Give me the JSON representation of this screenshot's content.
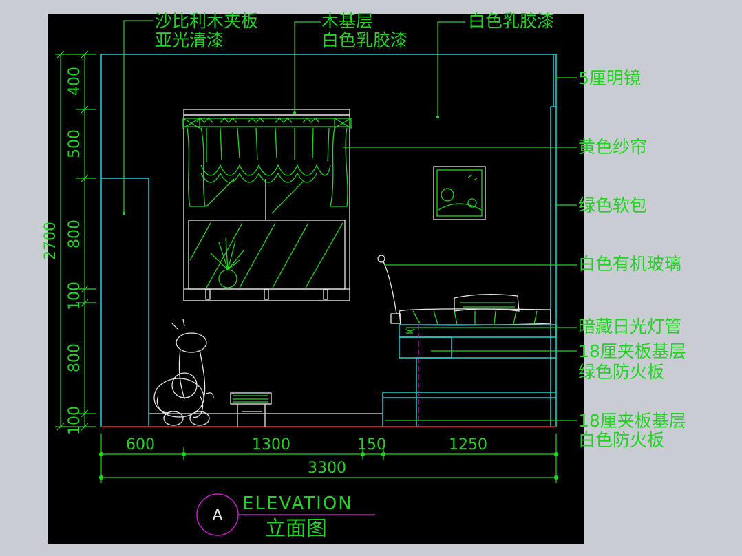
{
  "drawing": {
    "background": "#000000",
    "frame_color": "#c9cdd3",
    "line_color": "#1fd3d3",
    "text_color": "#21d421",
    "floor_color": "#c81e1e",
    "title_circle_color": "#c81ec8"
  },
  "notes": {
    "top_left_1": "沙比利木夹板",
    "top_left_2": "亚光清漆",
    "top_mid_1": "木基层",
    "top_mid_2": "白色乳胶漆",
    "top_right": "白色乳胶漆",
    "mirror": "5厘明镜",
    "curtain": "黄色纱帘",
    "soft_pack": "绿色软包",
    "acrylic": "白色有机玻璃",
    "hidden_light": "暗藏日光灯管",
    "plywood_green_1": "18厘夹板基层",
    "plywood_green_2": "绿色防火板",
    "plywood_white_1": "18厘夹板基层",
    "plywood_white_2": "白色防火板"
  },
  "dimensions": {
    "vertical": [
      "400",
      "500",
      "800",
      "100",
      "800",
      "100"
    ],
    "vertical_total": "2700",
    "horizontal": [
      "600",
      "1300",
      "150",
      "1250"
    ],
    "horizontal_total": "3300"
  },
  "title": {
    "marker": "A",
    "english": "ELEVATION",
    "chinese": "立面图"
  },
  "icons": {
    "plant": "potted-plant-icon",
    "picture": "framed-landscape-icon",
    "toy": "giraffe-toy-icon",
    "stool": "stool-icon",
    "lamp": "desk-lamp-icon",
    "pillow": "pillow-icon"
  }
}
